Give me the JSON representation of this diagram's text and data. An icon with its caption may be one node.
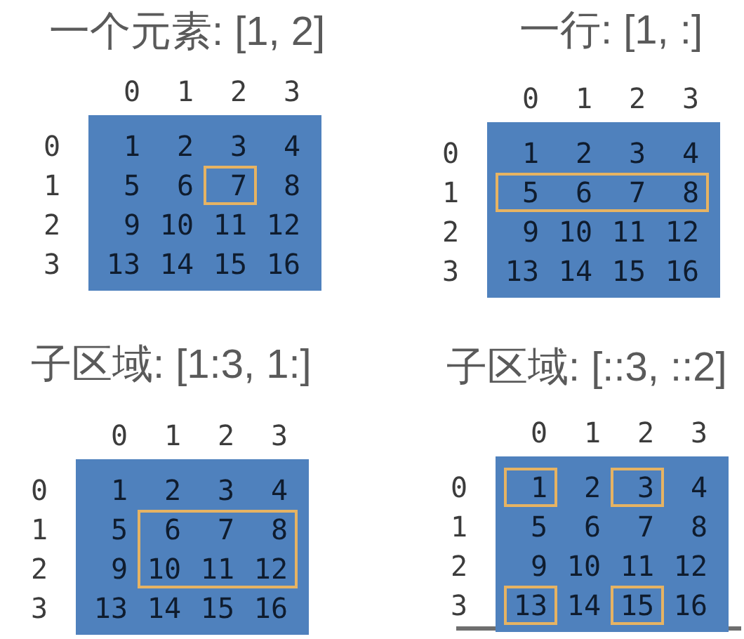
{
  "diagram": {
    "nodes": [
      {
        "text": [
          "1",
          "2",
          "3",
          "4",
          "5",
          "6",
          "8",
          "9",
          "10",
          "11",
          "12",
          "13",
          "14",
          "15",
          "16"
        ],
        "beside": [
          "0",
          "1",
          "2",
          "3",
          "0",
          "1",
          "2",
          "3"
        ]
      },
      {
        "text": [
          "7"
        ],
        "in": 0
      },
      {
        "text": [
          "1",
          "2",
          "3",
          "4",
          "9",
          "10",
          "11",
          "12",
          "13",
          "14",
          "15",
          "16"
        ],
        "beside": [
          "0",
          "1",
          "2",
          "3",
          "0",
          "1",
          "2",
          "3"
        ]
      },
      {
        "text": [
          "5",
          "6",
          "7",
          "8"
        ],
        "in": 2
      },
      {
        "text": [
          "1",
          "2",
          "3",
          "4",
          "5",
          "9",
          "13",
          "14",
          "15",
          "16"
        ],
        "beside": [
          "0",
          "1",
          "2",
          "3",
          "0",
          "1",
          "2",
          "3"
        ]
      },
      {
        "text": [
          "6",
          "7",
          "8",
          "10",
          "11",
          "12"
        ],
        "in": 4
      },
      {
        "text": [
          "2",
          "4",
          "5",
          "6",
          "7",
          "8",
          "9",
          "10",
          "11",
          "12",
          "14",
          "16"
        ],
        "beside": [
          "0",
          "1",
          "2",
          "3",
          "0",
          "1",
          "2",
          "3"
        ]
      },
      {
        "text": [
          "1"
        ],
        "in": 6
      },
      {
        "text": [
          "3"
        ],
        "in": 6
      },
      {
        "text": [
          "13"
        ],
        "in": 6
      },
      {
        "text": [
          "15"
        ],
        "in": 6
      }
    ],
    "labels": [
      "一个元素: [1, 2]",
      "一行: [1, :]",
      "子区域: [1:3, 1:]",
      "子区域: [::3, ::2]"
    ]
  }
}
